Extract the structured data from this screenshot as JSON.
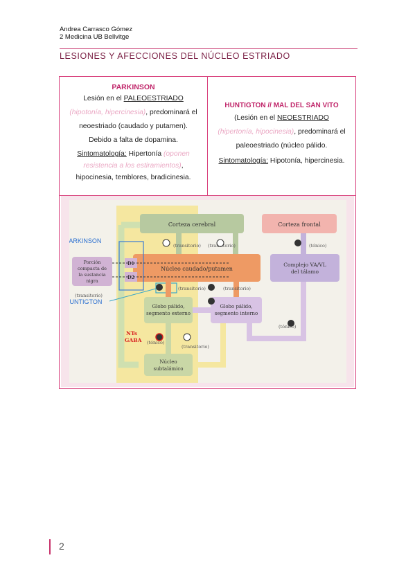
{
  "header": {
    "author": "Andrea Carrasco Gómez",
    "course": "2 Medicina UB Bellvitge"
  },
  "title": "LESIONES Y AFECCIONES DEL NÚCLEO ESTRIADO",
  "parkinson": {
    "heading": "PARKINSON",
    "l1a": "Lesión en el ",
    "l1b": "PALEOESTRIADO",
    "l2a": "(hipotonía, hipercinesia)",
    "l2b": ", predominará el",
    "l3": "neoestriado (caudado y putamen).",
    "l4": "Debido a falta de dopamina.",
    "l5a": "Sintomatología:",
    "l5b": " Hipertonía ",
    "l5c": "(oponen",
    "l6a": "resistencia a los estiramientos)",
    "l6b": ",",
    "l7": "hipocinesia, temblores, bradicinesia."
  },
  "huntington": {
    "heading": "HUNTIGTON // MAL DEL SAN VITO",
    "l1a": "(Lesión en el ",
    "l1b": "NEOESTRIADO",
    "l2a": "(hipertonía, hipocinesia)",
    "l2b": ", predominará el",
    "l3": "paleoestriado (núcleo pálido.",
    "l4a": "Sintomatología:",
    "l4b": " Hipotonía, hipercinesia."
  },
  "diagram": {
    "corteza_cerebral": "Corteza cerebral",
    "corteza_frontal": "Corteza frontal",
    "nucleo_caudado": "Núcleo caudado/putamen",
    "complejo_va": "Complejo VA/VL",
    "complejo_va2": "del tálamo",
    "porcion1": "Porción",
    "porcion2": "compacta de",
    "porcion3": "la sustancia",
    "porcion4": "nigra",
    "d1": "D1",
    "d2": "D2",
    "globo_ext1": "Globo pálido,",
    "globo_ext2": "segmento externo",
    "globo_int1": "Globo pálido,",
    "globo_int2": "segmento interno",
    "nucleo_sub1": "Núcleo",
    "nucleo_sub2": "subtalámico",
    "transitorio": "(transitorio)",
    "tonico": "(tónico)",
    "parkinson_label": "PARKINSON",
    "huntigton_label": "HUNTIGTON",
    "nts1": "NTs",
    "nts2": "GABA"
  },
  "page_number": "2",
  "colors": {
    "accent": "#c7306a",
    "pink_text": "#eaa7c3",
    "label_blue": "#2a6fd0"
  }
}
